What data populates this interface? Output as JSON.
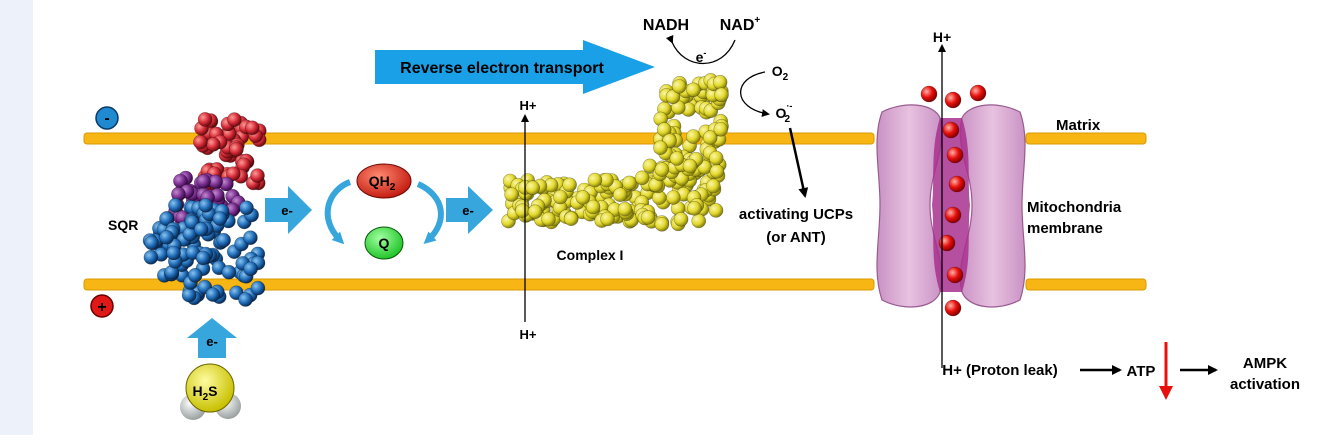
{
  "labels": {
    "nadh": "NADH",
    "nad": "NAD",
    "nad_sup": "+",
    "electron_top": "e",
    "electron_sup": "-",
    "o2": "O",
    "o2_sub": "2",
    "superoxide": "O",
    "superoxide_sub": "2",
    "superoxide_sup": "·-",
    "reverse_transport": "Reverse electron transport",
    "h_plus_top_center": "H+",
    "h_plus_bottom_center": "H+",
    "h_plus_right_top": "H+",
    "sqr": "SQR",
    "qh2": "QH",
    "qh2_sub": "2",
    "q": "Q",
    "e_arrow_1": "e-",
    "e_arrow_2": "e-",
    "e_arrow_up": "e-",
    "h2s": "H",
    "h2s_sub": "2",
    "h2s_s": "S",
    "complex_i": "Complex I",
    "activating_ucps_1": "activating UCPs",
    "activating_ucps_2": "(or ANT)",
    "matrix": "Matrix",
    "membrane_1": "Mitochondria",
    "membrane_2": "membrane",
    "proton_leak": "H+ (Proton leak)",
    "atp": "ATP",
    "ampk_1": "AMPK",
    "ampk_2": "activation",
    "minus_sign": "-",
    "plus_sign": "+"
  },
  "colors": {
    "membrane": "#f7b614",
    "membrane_edge": "#d99a00",
    "arrow_blue": "#36a6dc",
    "big_arrow": "#1aa0e6",
    "qh2_red": "#e0261c",
    "q_green": "#2ee03a",
    "sqr_red": "#d42a36",
    "sqr_purple": "#7a2e90",
    "sqr_blue": "#1f6cb8",
    "complex_yellow": "#e8de2a",
    "channel_pink": "#dcaad0",
    "channel_dark": "#a8308e",
    "proton_red": "#e8100c",
    "down_arrow": "#e8100c",
    "sidebar": "#edf1f9"
  }
}
